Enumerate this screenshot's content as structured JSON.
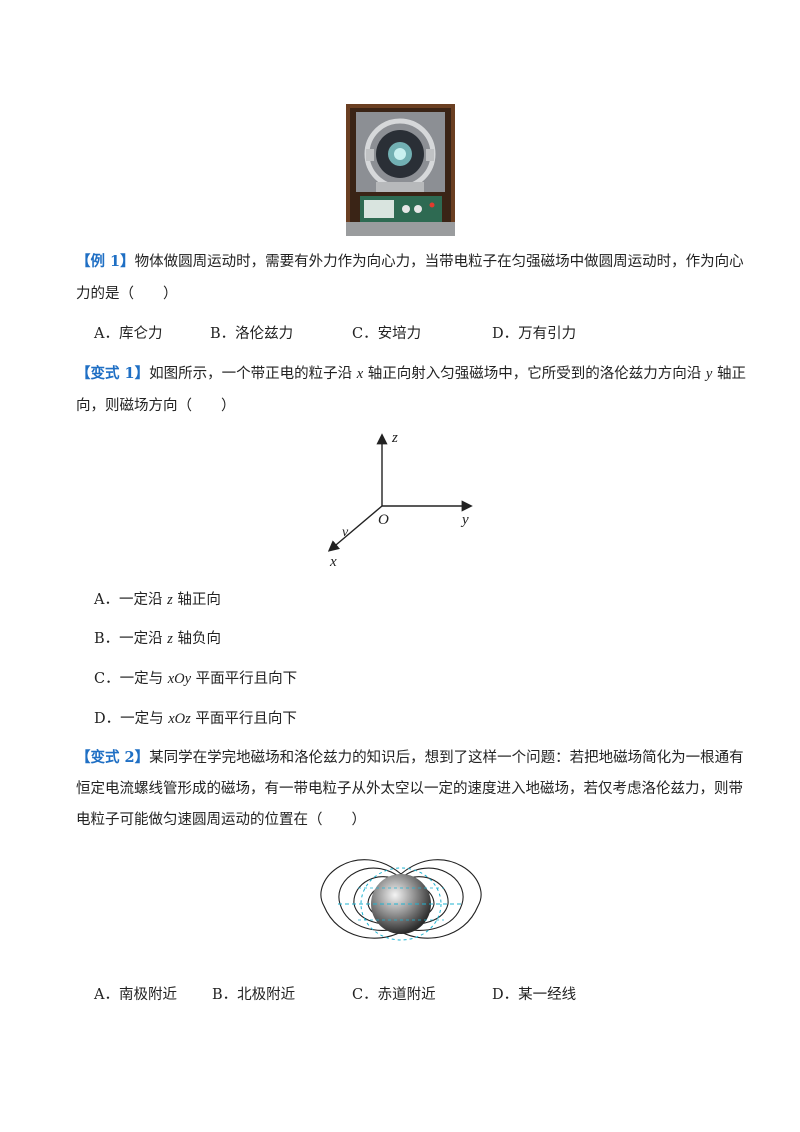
{
  "ex1": {
    "tag": "【例 1】",
    "line1": "物体做圆周运动时，需要有外力作为向心力，当带电粒子在匀强磁场中做圆周运动时，作为向心",
    "line2": "力的是（　　）",
    "options": [
      "A．库仑力",
      "B．洛伦兹力",
      "C．安培力",
      "D．万有引力"
    ]
  },
  "var1": {
    "tag": "【变式 1】",
    "line1_a": "如图所示，一个带正电的粒子沿 ",
    "line1_x": "x",
    "line1_b": " 轴正向射入匀强磁场中，它所受到的洛伦兹力方向沿 ",
    "line1_y": "y",
    "line1_c": " 轴正",
    "line2": "向，则磁场方向（　　）",
    "axes": {
      "z": "z",
      "y": "y",
      "o": "O",
      "v": "v",
      "x": "x"
    },
    "optA": {
      "pre": "A．一定沿 ",
      "var": "z",
      "post": " 轴正向"
    },
    "optB": {
      "pre": "B．一定沿 ",
      "var": "z",
      "post": " 轴负向"
    },
    "optC": {
      "pre": "C．一定与 ",
      "var": "xOy",
      "post": " 平面平行且向下"
    },
    "optD": {
      "pre": "D．一定与 ",
      "var": "xOz",
      "post": " 平面平行且向下"
    }
  },
  "var2": {
    "tag": "【变式 2】",
    "line1": "某同学在学完地磁场和洛伦兹力的知识后，想到了这样一个问题：若把地磁场简化为一根通有",
    "line2": "恒定电流螺线管形成的磁场，有一带电粒子从外太空以一定的速度进入地磁场，若仅考虑洛伦兹力，则带",
    "line3": "电粒子可能做匀速圆周运动的位置在（　　）",
    "options": [
      "A．南极附近",
      "B．北极附近",
      "C．赤道附近",
      "D．某一经线"
    ]
  },
  "colors": {
    "tag": "#1f6fc4",
    "text": "#222222"
  }
}
